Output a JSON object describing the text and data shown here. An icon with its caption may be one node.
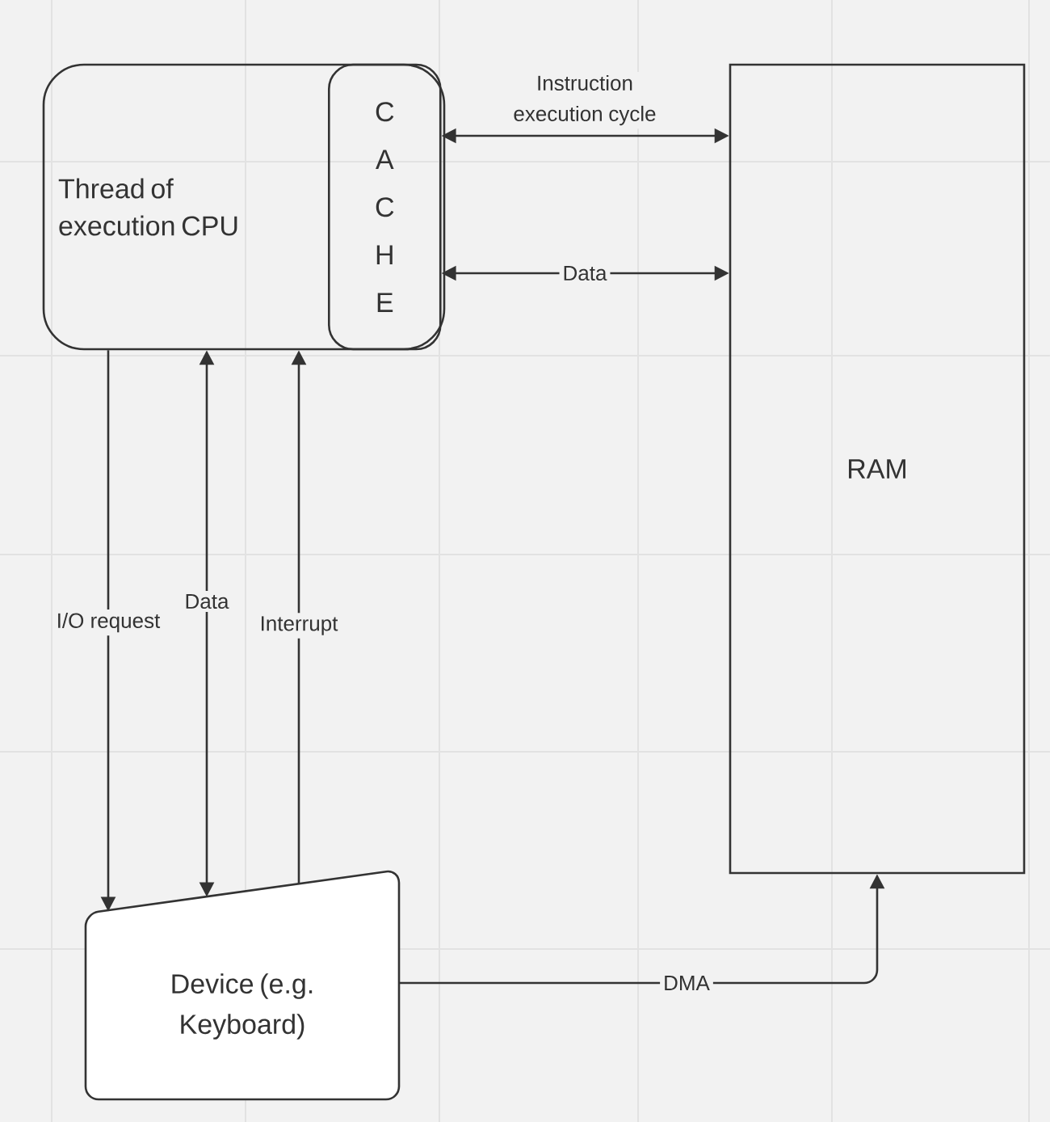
{
  "diagram": {
    "nodes": [
      {
        "text": [
          "Thread of execution CPU"
        ]
      },
      {
        "text": [
          "C A C H E"
        ],
        "in": 0
      },
      {
        "text": [
          "RAM"
        ]
      },
      {
        "text": [
          "Device (e.g. Keyboard)"
        ]
      }
    ],
    "edges": [
      {
        "from": 1,
        "to": 2,
        "arrow": "both",
        "label": "Instruction execution cycle"
      },
      {
        "from": 1,
        "to": 2,
        "arrow": "both",
        "label": "Data"
      },
      {
        "from": 0,
        "to": 3,
        "arrow": "to",
        "label": "I/O request"
      },
      {
        "from": 3,
        "to": 0,
        "arrow": "both",
        "label": "Data"
      },
      {
        "from": 3,
        "to": 0,
        "arrow": "to",
        "label": "Interrupt"
      },
      {
        "from": 3,
        "to": 2,
        "arrow": "to",
        "label": "DMA"
      }
    ]
  }
}
